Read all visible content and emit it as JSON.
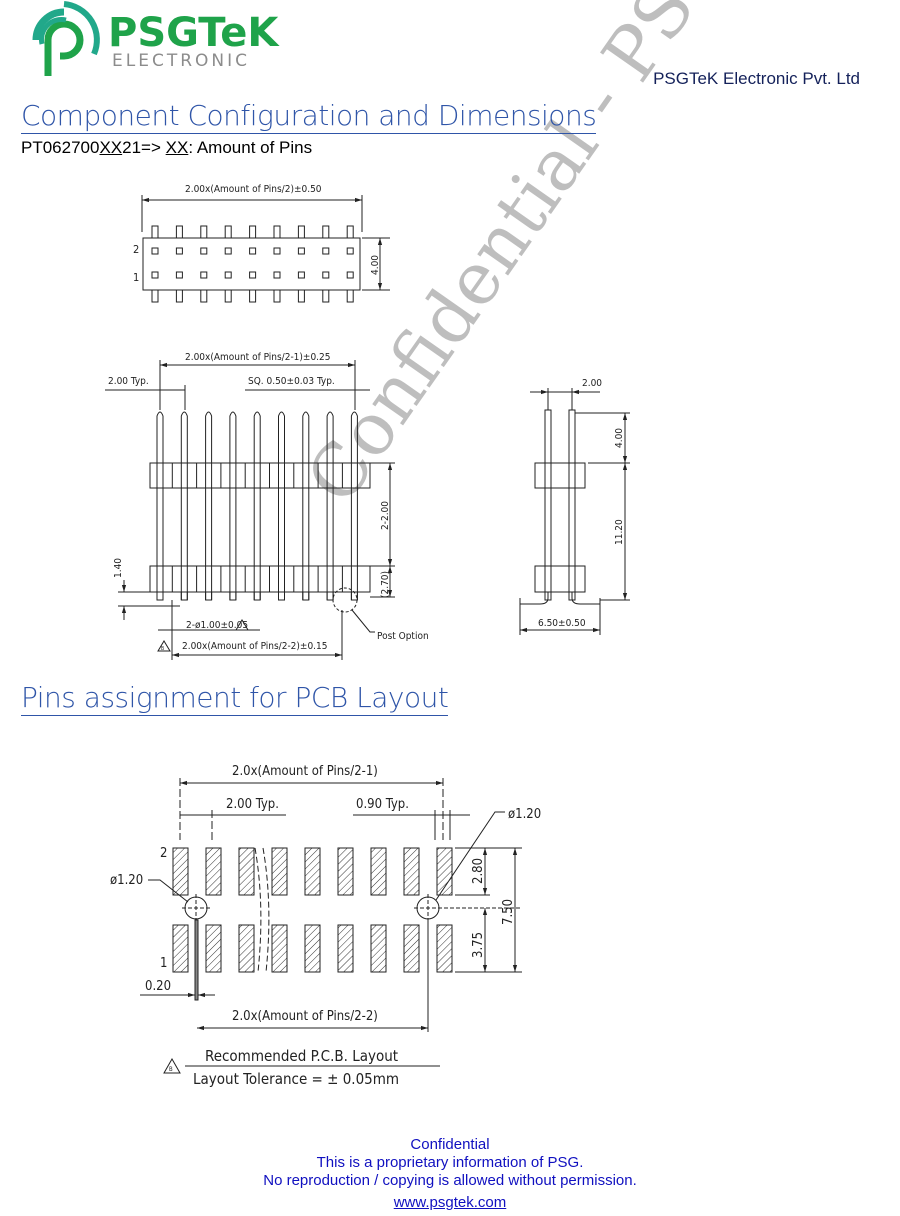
{
  "header": {
    "logo": {
      "brand": "PSGTeK",
      "tagline": "ELECTRONIC",
      "green": "#1fa34a",
      "gray": "#8c8c8c"
    },
    "company_name": "PSGTeK Electronic Pvt. Ltd"
  },
  "section1": {
    "title": "Component Configuration and Dimensions",
    "part_prefix": "PT062700",
    "part_var": "XX",
    "part_suffix": "21=> ",
    "legend_var": "XX",
    "legend_text": ": Amount of Pins"
  },
  "top_view": {
    "width_dim": "2.00x(Amount of Pins/2)±0.50",
    "height_dim": "4.00",
    "row2": "2",
    "row1": "1"
  },
  "front_view": {
    "span_dim": "2.00x(Amount of Pins/2-1)±0.25",
    "pitch": "2.00 Typ.",
    "square": "SQ. 0.50±0.03 Typ.",
    "housing_dim": "2-2.00",
    "ref_dim": "(2.70)",
    "post_len": "1.40",
    "post_dia": "2-ø1.00±0.05",
    "post_span": "2.00x(Amount of Pins/2-2)±0.15",
    "post_option": "Post Option",
    "note_mark": "B"
  },
  "side_view": {
    "pitch": "2.00",
    "tip": "4.00",
    "total": "11.20",
    "foot": "6.50±0.50"
  },
  "section2": {
    "title": "Pins assignment for PCB Layout"
  },
  "pcb": {
    "span_top": "2.0x(Amount of Pins/2-1)",
    "pitch": "2.00 Typ.",
    "pad_width": "0.90 Typ.",
    "hole_right": "ø1.20",
    "hole_left": "ø1.20",
    "row2": "2",
    "row1": "1",
    "pad_len": "2.80",
    "hole_offset": "3.75",
    "total": "7.50",
    "gap": "0.20",
    "span_bottom": "2.0x(Amount of Pins/2-2)",
    "note_title": "Recommended P.C.B. Layout",
    "note_tol": "Layout Tolerance = ± 0.05mm",
    "note_mark": "B"
  },
  "watermark": "Confidential - PSG",
  "footer": {
    "line1": "Confidential",
    "line2": "This is a proprietary information of PSG.",
    "line3": "No reproduction / copying is allowed without permission.",
    "link": "www.psgtek.com"
  }
}
